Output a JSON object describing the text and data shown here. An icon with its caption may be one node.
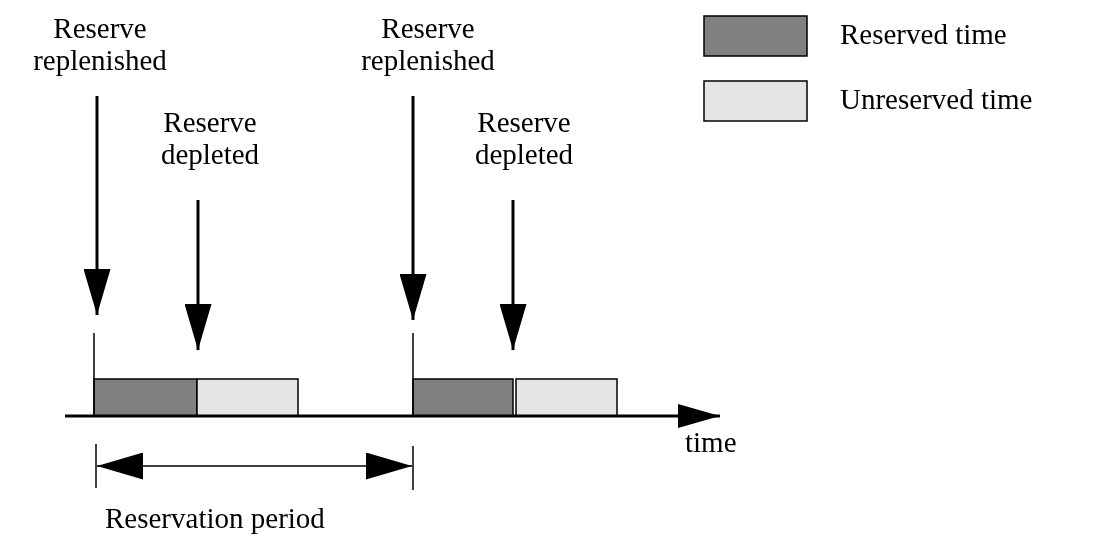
{
  "diagram": {
    "nodes": [
      {
        "text": [
          "Reserve replenished"
        ]
      },
      {
        "text": [
          "Reserve depleted"
        ]
      },
      {
        "text": [
          "Reserve replenished"
        ]
      },
      {
        "text": [
          "Reserve depleted"
        ]
      }
    ],
    "edges": [
      {
        "from": 0,
        "to": null,
        "arrow": "to"
      },
      {
        "from": 1,
        "to": null,
        "arrow": "to"
      },
      {
        "from": 2,
        "to": null,
        "arrow": "to"
      },
      {
        "from": 3,
        "to": null,
        "arrow": "to"
      }
    ],
    "labels": [
      "time",
      "Reservation period"
    ],
    "legend": [
      {
        "text": "Reserved time",
        "color": "#808080"
      },
      {
        "text": "Unreserved time",
        "color": "#e5e5e5"
      }
    ]
  }
}
